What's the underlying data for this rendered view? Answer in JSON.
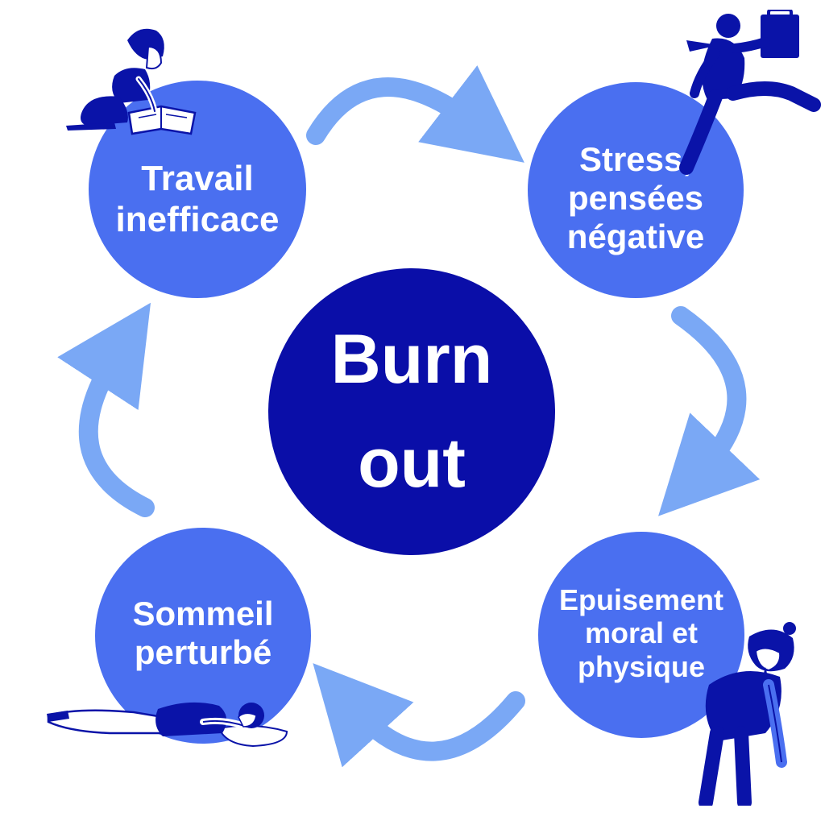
{
  "colors": {
    "center": "#0a0ea8",
    "outer": "#4a6ff0",
    "arrow": "#7aa8f5",
    "figure": "#0a13a8",
    "text": "#ffffff"
  },
  "center": {
    "line1": "Burn",
    "line2": "out"
  },
  "stages": {
    "top_left": {
      "line1": "Travail",
      "line2": "inefficace",
      "figure_icon": "person-reading-icon"
    },
    "top_right": {
      "line1": "Stress,",
      "line2": "pensées",
      "line3": "négative",
      "figure_icon": "person-running-with-briefcase-icon"
    },
    "bottom_right": {
      "line1": "Epuisement",
      "line2": "moral et",
      "line3": "physique",
      "figure_icon": "exhausted-crying-person-icon"
    },
    "bottom_left": {
      "line1": "Sommeil",
      "line2": "perturbé",
      "figure_icon": "sleeping-person-icon"
    }
  },
  "cycle_arrows": [
    "arrow-top",
    "arrow-right",
    "arrow-bottom",
    "arrow-left"
  ]
}
